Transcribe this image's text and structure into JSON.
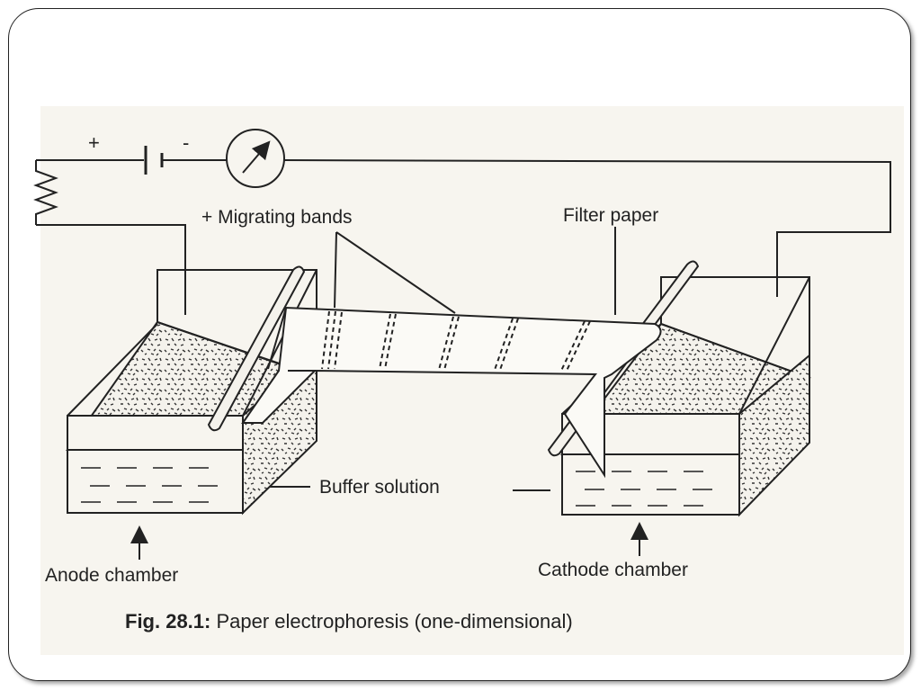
{
  "figure": {
    "labels": {
      "plus_sign": "+",
      "minus_sign": "-",
      "migrating_bands": "+ Migrating  bands",
      "filter_paper": "Filter paper",
      "buffer_solution": "Buffer solution",
      "anode_chamber": "Anode chamber",
      "cathode_chamber": "Cathode  chamber"
    },
    "caption": {
      "number": "Fig. 28.1:",
      "text": " Paper electrophoresis (one-dimensional)"
    }
  },
  "colors": {
    "ink": "#222222",
    "paper": "#f7f5ef",
    "frame_border": "#222222",
    "background": "#ffffff"
  }
}
